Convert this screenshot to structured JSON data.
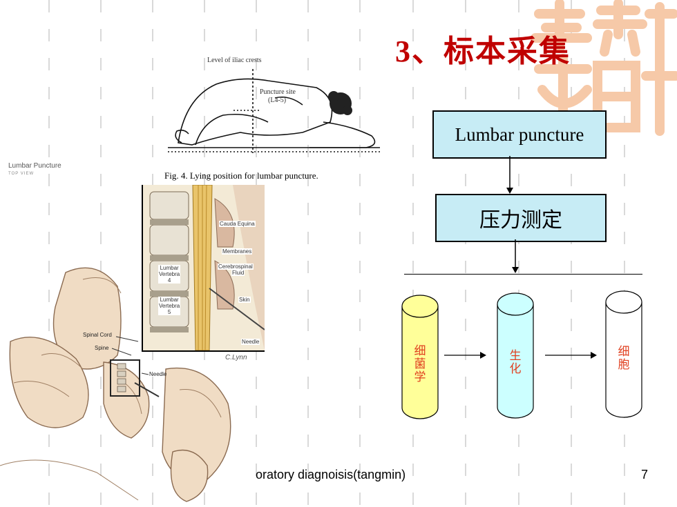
{
  "title": "3、标本采集",
  "flowchart": {
    "step1": "Lumbar puncture",
    "step2": "压力测定",
    "tube1": "细菌学",
    "tube2": "生化",
    "tube3": "细胞"
  },
  "illustration_top": {
    "level_label": "Level of iliac crests",
    "site_label_1": "Puncture site",
    "site_label_2": "(L4-5)",
    "caption": "Fig. 4. Lying position for lumbar puncture."
  },
  "illustration_left": {
    "title": "Lumbar Puncture",
    "subtitle": "TOP VIEW",
    "spinal_cord": "Spinal Cord",
    "spine": "Spine",
    "needle": "Needle"
  },
  "inset": {
    "cauda": "Cauda Equina",
    "membranes": "Membranes",
    "csf_1": "Cerebrospinal",
    "csf_2": "Fluid",
    "lv4_1": "Lumbar",
    "lv4_2": "Vertebra",
    "lv4_3": "4",
    "lv5_1": "Lumbar",
    "lv5_2": "Vertebra",
    "lv5_3": "5",
    "skin": "Skin",
    "needle": "Needle",
    "signature": "C.Lynn"
  },
  "footer": {
    "text": "oratory diagnoisis(tangmin)",
    "page": "7"
  },
  "colors": {
    "title": "#c00000",
    "box_fill": "#c7ecf5",
    "tube1": "#ffff99",
    "tube2": "#ccffff",
    "tube3": "#ffffff",
    "tube_text": "#e04020",
    "seal": "#f6c9a8"
  }
}
